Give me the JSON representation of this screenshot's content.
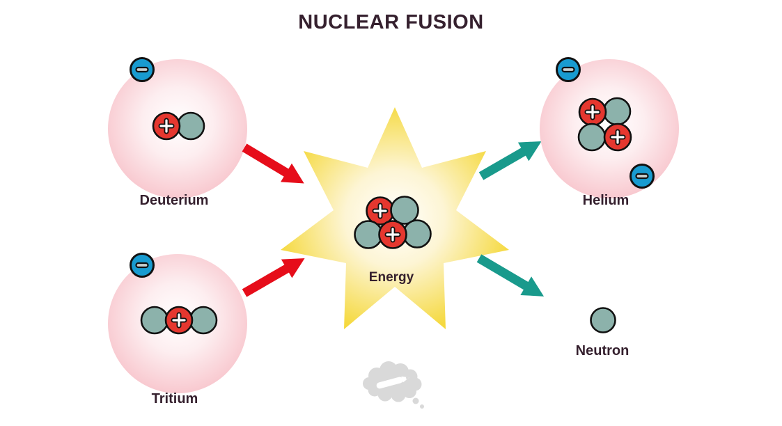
{
  "labels": {
    "title": "NUCLEAR FUSION",
    "deuterium": "Deuterium",
    "tritium": "Tritium",
    "energy": "Energy",
    "helium": "Helium",
    "neutron": "Neutron"
  },
  "icons": {
    "proton_charge_symbol": "+",
    "electron_charge_symbol": "−"
  },
  "composition": {
    "deuterium": {
      "protons": 1,
      "neutrons": 1,
      "electrons": 1
    },
    "tritium": {
      "protons": 1,
      "neutrons": 2,
      "electrons": 1
    },
    "fusion_core": {
      "protons": 2,
      "neutrons": 3
    },
    "helium": {
      "protons": 2,
      "neutrons": 2,
      "electrons": 2
    },
    "free_neutron": {
      "neutrons": 1
    }
  },
  "colors": {
    "title_text": "#35202e",
    "label_text": "#35202e",
    "proton": "#e5372f",
    "neutron": "#8cb2ab",
    "electron": "#189bd0",
    "particle_outline": "#111111",
    "atom_pink_edge": "#f8c6cd",
    "star_yellow": "#f5d93f",
    "arrow_red": "#e60d1a",
    "arrow_teal": "#199a8c",
    "watermark_gray": "#d9d9d9"
  }
}
